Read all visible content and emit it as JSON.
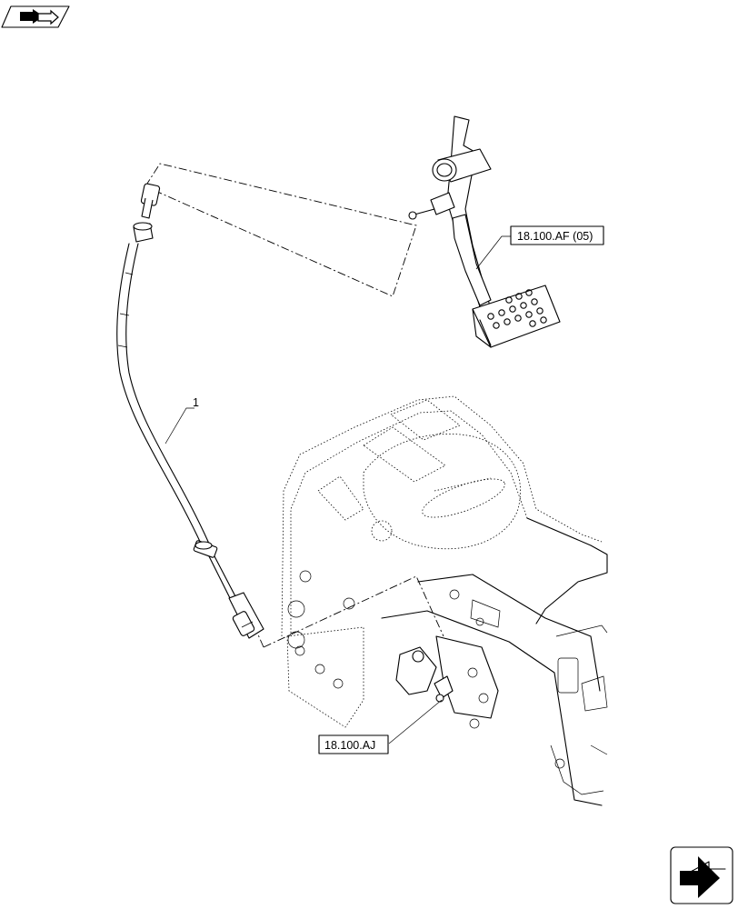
{
  "callouts": {
    "item_1": "1",
    "ref_pedal": "18.100.AF (05)",
    "ref_transmission": "18.100.AJ"
  },
  "icons": {
    "top_left": "view-orientation-icon",
    "bottom_right": "next-page-arrow-icon"
  }
}
